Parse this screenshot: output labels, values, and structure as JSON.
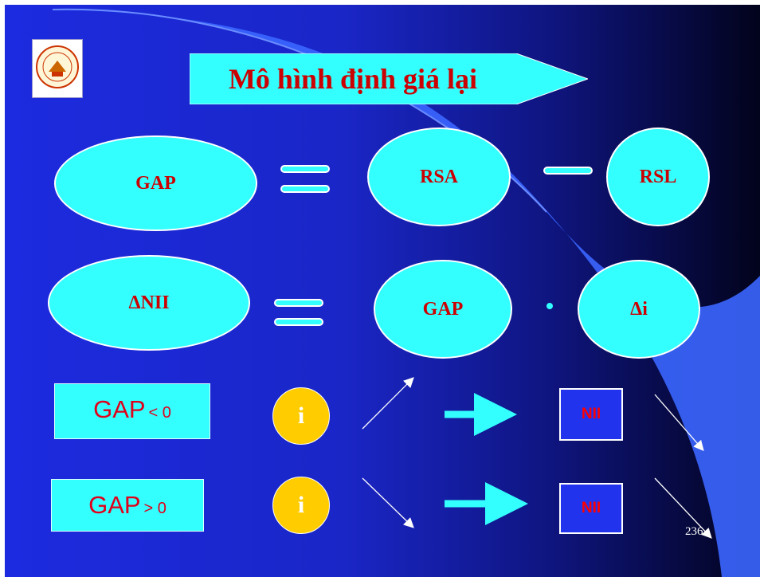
{
  "title": "Mô hình định giá lại",
  "logo": {
    "name": "banking-academy-logo",
    "text": "HỌC VIỆN NGÂN HÀNG · BANKING ACADEMY"
  },
  "row1": {
    "left": "GAP",
    "middle": "RSA",
    "right": "RSL",
    "operator1": "equals",
    "operator2": "minus"
  },
  "row2": {
    "left": "ΔNII",
    "middle": "GAP",
    "right": "Δi",
    "operator1": "equals",
    "operator2": "multiply"
  },
  "row3": {
    "gap_main": "GAP",
    "gap_sub": "< 0",
    "rate": "i",
    "rate_trend": "increase",
    "result": "NII",
    "result_trend": "decrease"
  },
  "row4": {
    "gap_main": "GAP",
    "gap_sub": "> 0",
    "rate": "i",
    "rate_trend": "decrease",
    "result": "NII",
    "result_trend": "decrease"
  },
  "page_number": "236",
  "colors": {
    "shape_fill": "#33ffff",
    "text_red": "#cc0000",
    "circle_fill": "#ffcc00",
    "nii_box": "#2233ee",
    "background": "#1c2be0"
  }
}
